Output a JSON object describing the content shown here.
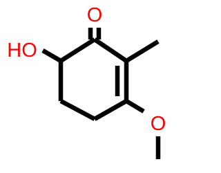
{
  "molecule": {
    "atoms": {
      "carbonyl_oxygen": {
        "symbol": "O",
        "color": "#ff0000"
      },
      "hydroxyl": {
        "symbol": "HO",
        "color": "#ff0000"
      },
      "methoxy_oxygen": {
        "symbol": "O",
        "color": "#ff0000"
      }
    },
    "bond_color": "#000000",
    "background": "#ffffff"
  }
}
